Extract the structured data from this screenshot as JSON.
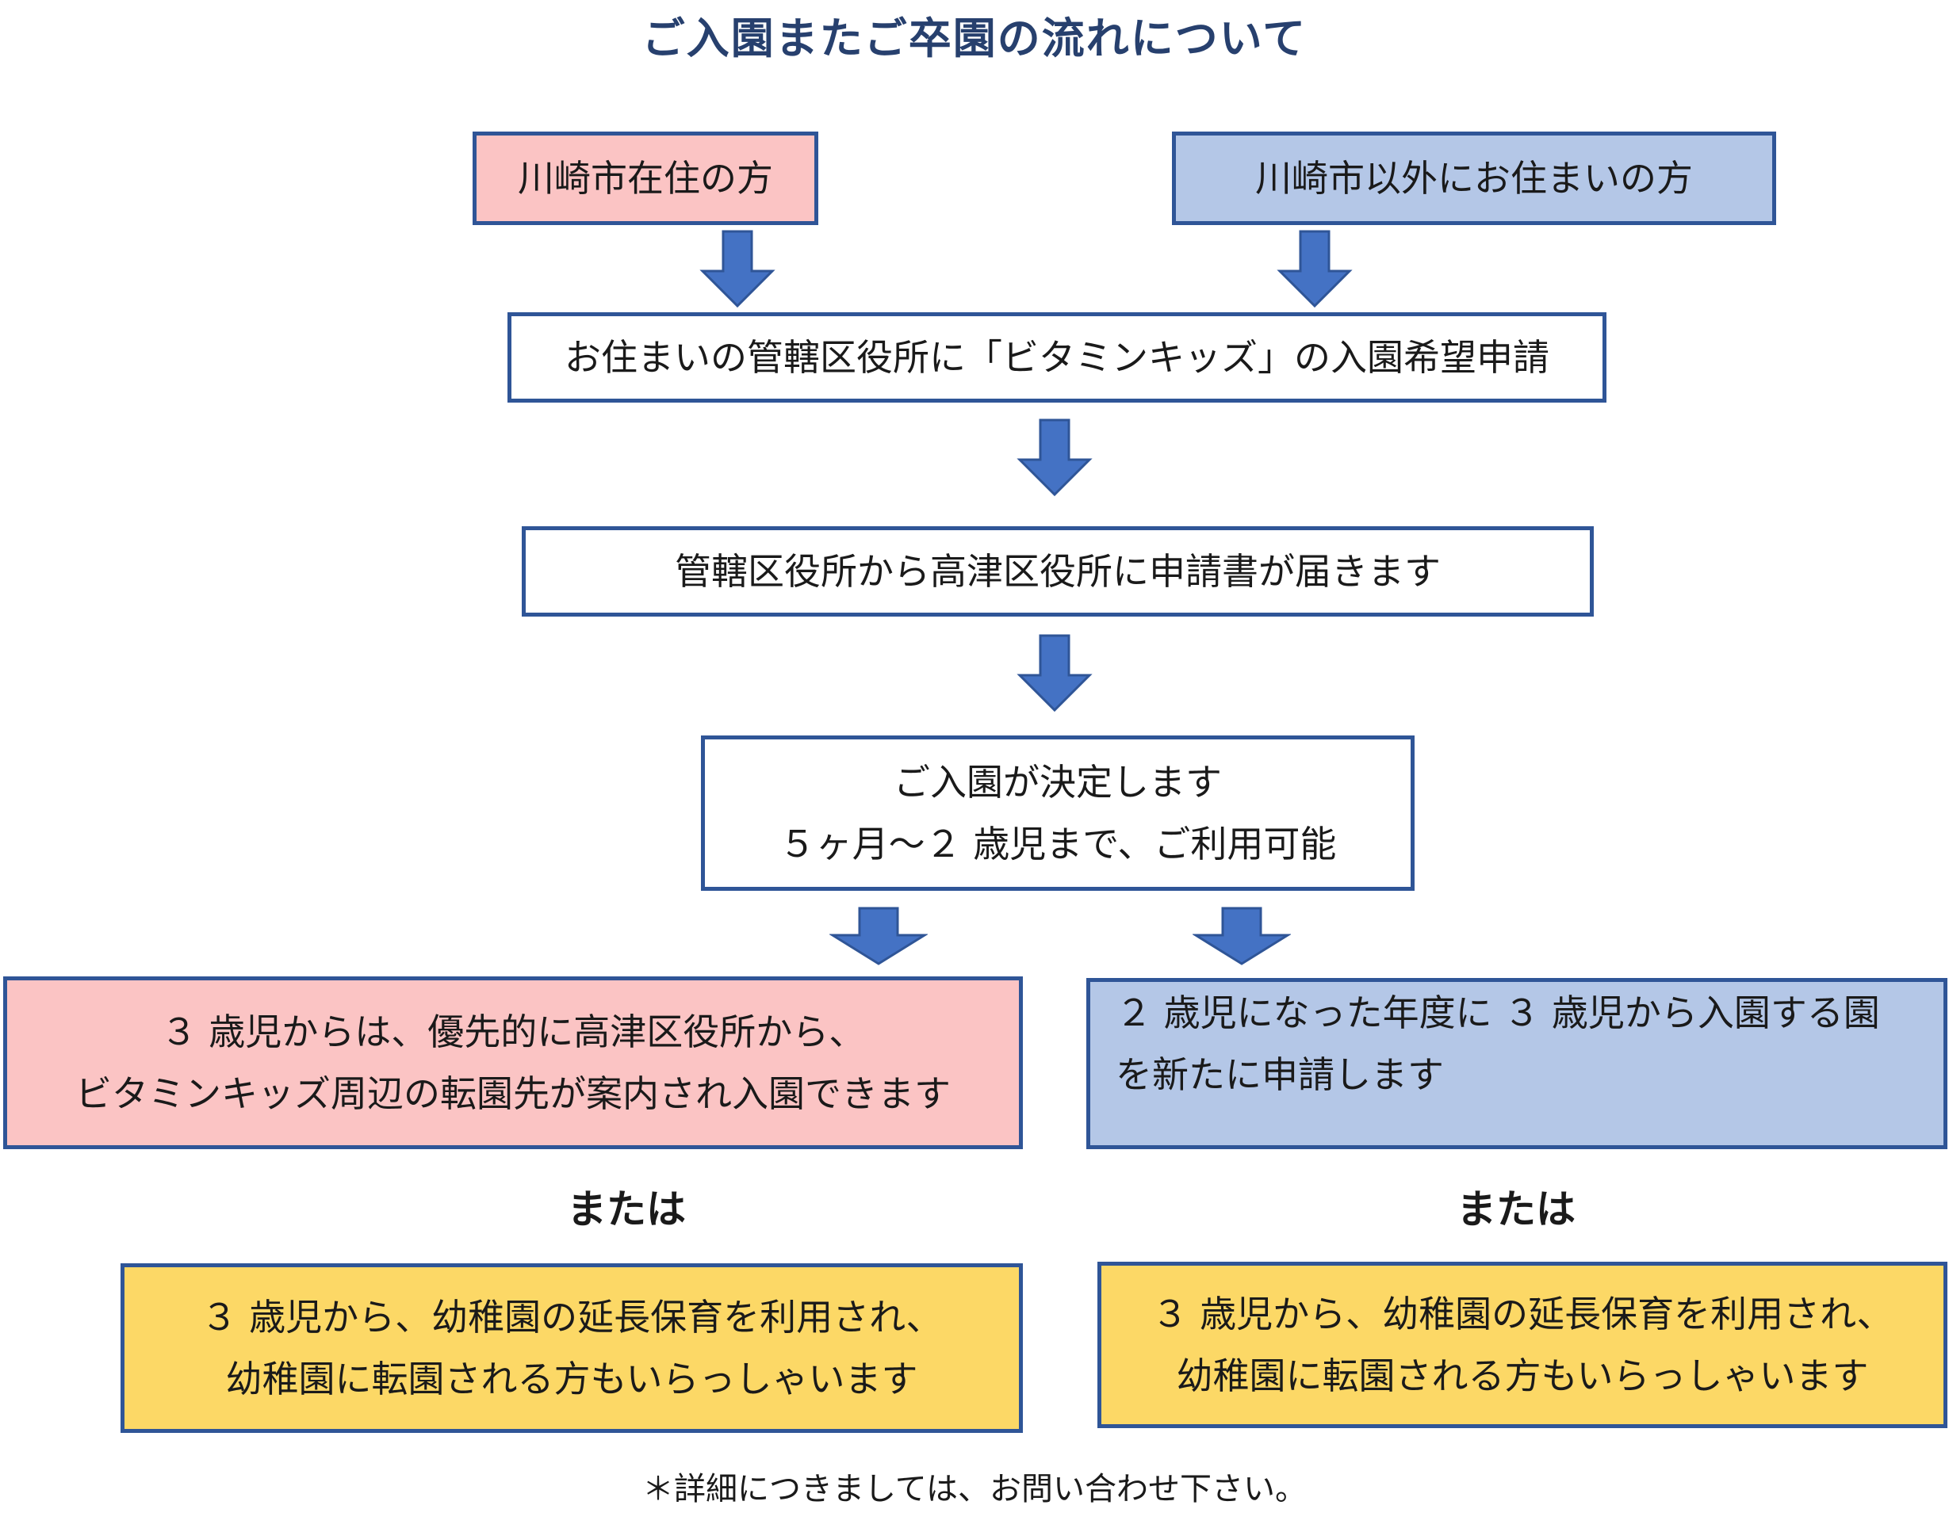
{
  "title": "ご入園またご卒園の流れについて",
  "colors": {
    "border": "#2f5597",
    "arrow_fill": "#4472c4",
    "pink": "#fbc4c4",
    "blue": "#b4c7e7",
    "yellow": "#fcd866",
    "title": "#27406e"
  },
  "start": {
    "left": "川崎市在住の方",
    "right": "川崎市以外にお住まいの方"
  },
  "steps": {
    "apply": "お住まいの管轄区役所に「ビタミンキッズ」の入園希望申請",
    "forward": "管轄区役所から高津区役所に申請書が届きます",
    "decided_line1": "ご入園が決定します",
    "decided_line2": "５ヶ月〜２ 歳児まで、ご利用可能"
  },
  "outcomes": {
    "left_line1": "３ 歳児からは、優先的に高津区役所から、",
    "left_line2": "ビタミンキッズ周辺の転園先が案内され入園できます",
    "right_line1": "２ 歳児になった年度に ３ 歳児から入園する園",
    "right_line2": "を新たに申請します"
  },
  "or_left": "または",
  "or_right": "または",
  "alternatives": {
    "left_line1": "３ 歳児から、幼稚園の延長保育を利用され、",
    "left_line2": "幼稚園に転園される方もいらっしゃいます",
    "right_line1": "３ 歳児から、幼稚園の延長保育を利用され、",
    "right_line2": "幼稚園に転園される方もいらっしゃいます"
  },
  "footnote": "＊詳細につきましては、お問い合わせ下さい。"
}
